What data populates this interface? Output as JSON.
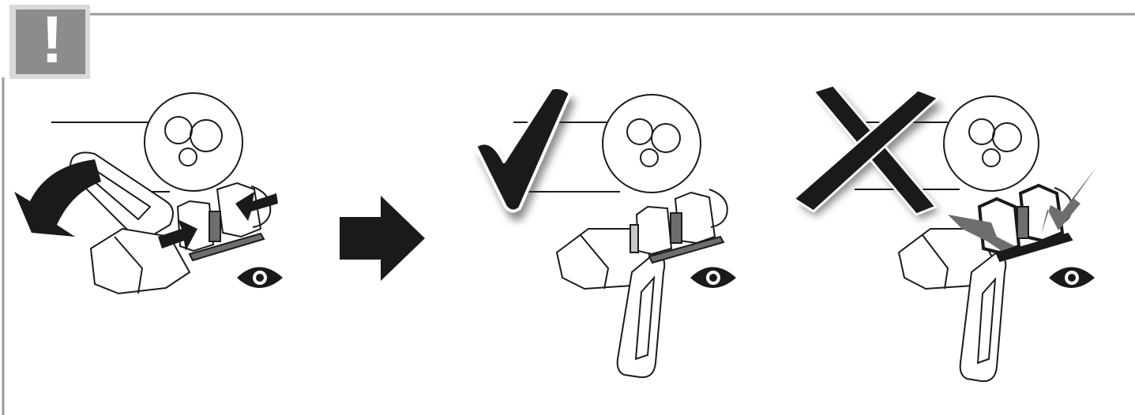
{
  "warning": {
    "symbol": "!",
    "badge_color": "#8c8c8c",
    "badge_border_color": "#d9d9d9",
    "icon": "exclamation-icon"
  },
  "colors": {
    "line": "#1a1a1a",
    "arrow": "#1a1a1a",
    "frame": "#9a9a9a",
    "shade": "#6e6e6e",
    "light_shade": "#c8c8c8"
  },
  "panels": [
    {
      "id": "step-press",
      "icons": [
        "press-arrow-icon",
        "push-arrow-icon",
        "eye-icon"
      ]
    },
    {
      "id": "result-correct",
      "icons": [
        "check-icon",
        "eye-icon"
      ]
    },
    {
      "id": "result-wrong",
      "icons": [
        "cross-icon",
        "eye-icon",
        "zigzag-icon"
      ]
    }
  ],
  "transition_icon": "right-arrow-icon"
}
